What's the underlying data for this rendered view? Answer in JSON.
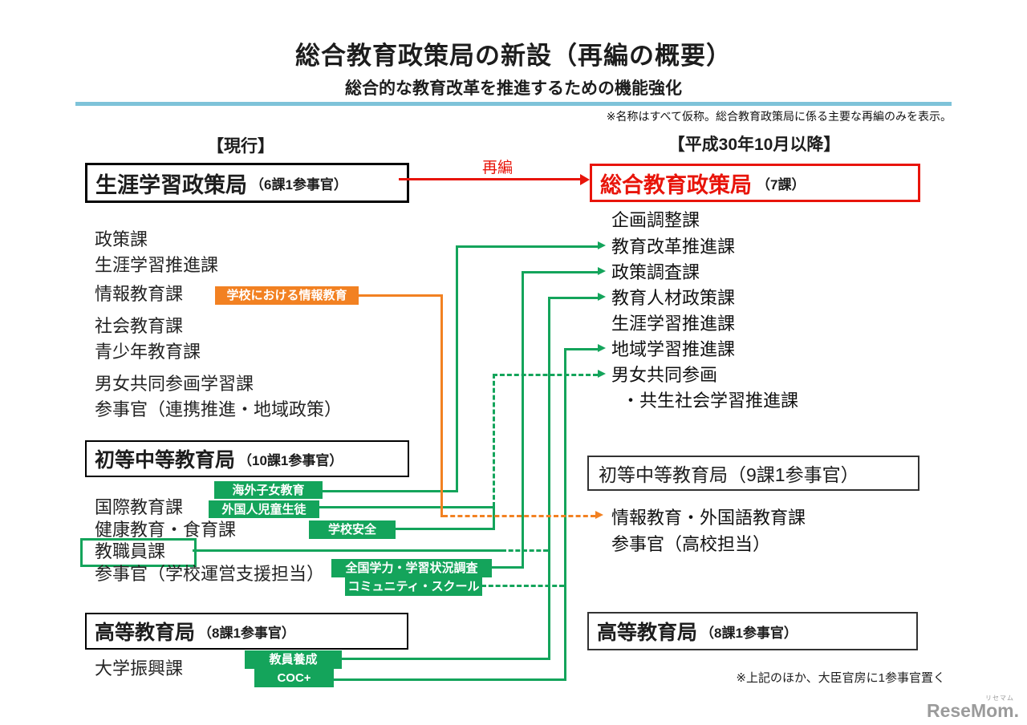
{
  "title": "総合教育政策局の新設（再編の概要）",
  "subtitle": "総合的な教育改革を推進するための機能強化",
  "note_top": "※名称はすべて仮称。総合教育政策局に係る主要な再編のみを表示。",
  "note_bottom": "※上記のほか、大臣官房に1参事官置く",
  "column_headers": {
    "left": "【現行】",
    "right": "【平成30年10月以降】"
  },
  "relabel": "再編",
  "colors": {
    "green": "#14a45b",
    "orange": "#f28122",
    "red": "#e8140a",
    "blue_rule": "#7ec3d9"
  },
  "current": {
    "bureau1": {
      "name": "生涯学習政策局",
      "detail": "（6課1参事官）",
      "divisions": [
        "政策課",
        "生涯学習推進課",
        "情報教育課",
        "社会教育課",
        "青少年教育課",
        "男女共同参画学習課",
        "参事官（連携推進・地域政策）"
      ]
    },
    "bureau2": {
      "name": "初等中等教育局",
      "detail": "（10課1参事官）",
      "divisions": [
        "国際教育課",
        "健康教育・食育課",
        "教職員課",
        "参事官（学校運営支援担当）"
      ]
    },
    "bureau3": {
      "name": "高等教育局",
      "detail": "（8課1参事官）",
      "divisions": [
        "大学振興課"
      ]
    }
  },
  "new": {
    "bureau1": {
      "name": "総合教育政策局",
      "detail": "（7課）",
      "divisions": [
        "企画調整課",
        "教育改革推進課",
        "政策調査課",
        "教育人材政策課",
        "生涯学習推進課",
        "地域学習推進課",
        "男女共同参画",
        "・共生社会学習推進課"
      ]
    },
    "bureau2": {
      "name": "初等中等教育局（9課1参事官）",
      "divisions": [
        "情報教育・外国語教育課",
        "参事官（高校担当）"
      ]
    },
    "bureau3": {
      "name": "高等教育局",
      "detail": "（8課1参事官）"
    }
  },
  "tags": {
    "info_edu": "学校における情報教育",
    "overseas": "海外子女教育",
    "foreign": "外国人児童生徒",
    "safety": "学校安全",
    "assessment": "全国学力・学習状況調査",
    "community": "コミュニティ・スクール",
    "teacher": "教員養成",
    "coc": "COC+"
  },
  "watermark": {
    "text": "ReseMom.",
    "ruby": "リセマム"
  }
}
